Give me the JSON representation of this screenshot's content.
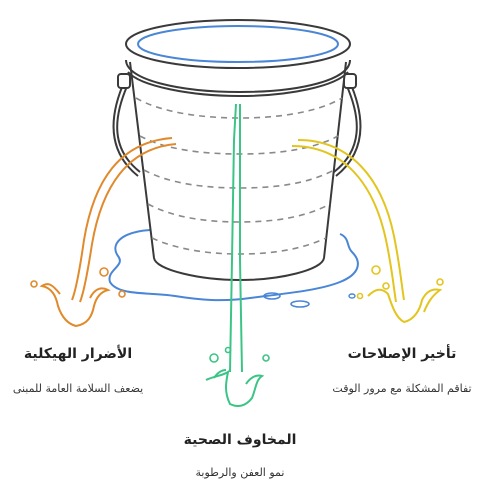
{
  "diagram": {
    "colors": {
      "bucket_stroke": "#3a3a3a",
      "water": "#4a86d6",
      "dashes": "#8a8a8a",
      "left_stream": "#e08a2c",
      "center_stream": "#3cc486",
      "right_stream": "#e3c51f"
    },
    "items": [
      {
        "id": "structural",
        "title": "الأضرار الهيكلية",
        "subtitle": "يضعف السلامة العامة للمبنى"
      },
      {
        "id": "delay",
        "title": "تأخير الإصلاحات",
        "subtitle": "تفاقم المشكلة مع مرور الوقت"
      },
      {
        "id": "health",
        "title": "المخاوف الصحية",
        "subtitle": "نمو العفن والرطوبة"
      }
    ]
  }
}
